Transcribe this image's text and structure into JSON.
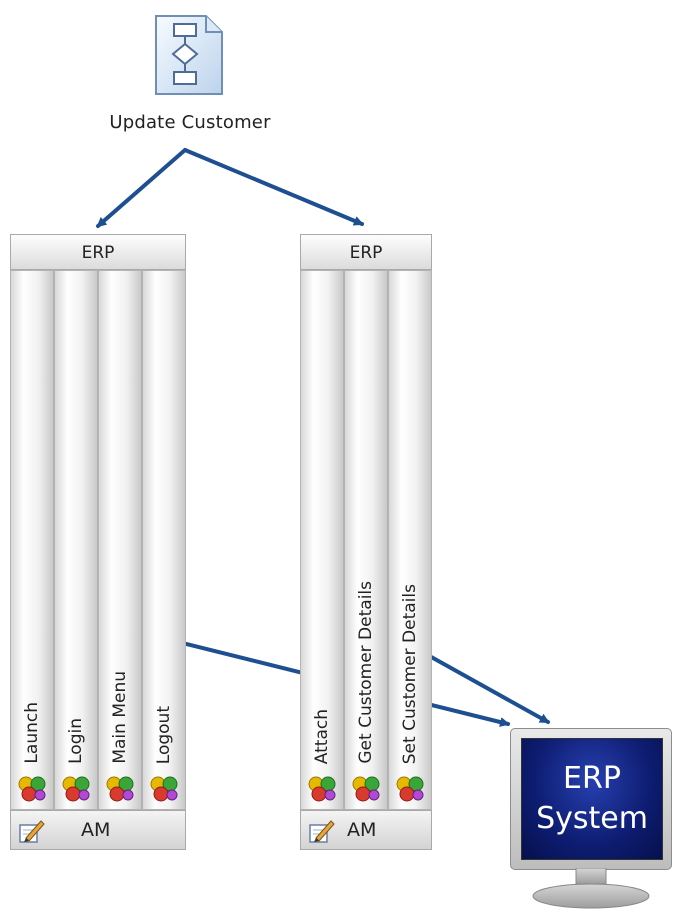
{
  "process": {
    "label": "Update Customer",
    "icon": "flowchart-document-icon"
  },
  "modules": [
    {
      "header": "ERP",
      "footer_label": "AM",
      "footer_icon": "edit-pencil-icon",
      "components": [
        {
          "label": "Launch",
          "icon": "component-balls-icon"
        },
        {
          "label": "Login",
          "icon": "component-balls-icon"
        },
        {
          "label": "Main Menu",
          "icon": "component-balls-icon"
        },
        {
          "label": "Logout",
          "icon": "component-balls-icon"
        }
      ]
    },
    {
      "header": "ERP",
      "footer_label": "AM",
      "footer_icon": "edit-pencil-icon",
      "components": [
        {
          "label": "Attach",
          "icon": "component-balls-icon"
        },
        {
          "label": "Get Customer Details",
          "icon": "component-balls-icon"
        },
        {
          "label": "Set Customer Details",
          "icon": "component-balls-icon"
        }
      ]
    }
  ],
  "system": {
    "line1": "ERP",
    "line2": "System",
    "icon": "monitor-icon"
  },
  "colors": {
    "arrow": "#1d4f91",
    "screen": "#0d1c70",
    "component_red": "#d83a2e",
    "component_green": "#3aa63a",
    "component_yellow": "#e6b800"
  }
}
